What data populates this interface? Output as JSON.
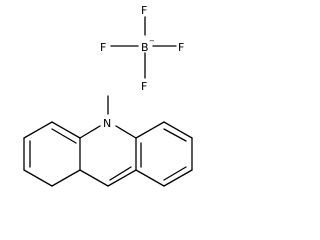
{
  "molecule": {
    "anion": {
      "center_atom": "B",
      "charge": "−",
      "ligands": [
        "F",
        "F",
        "F",
        "F"
      ]
    },
    "cation": {
      "heteroatom": "N",
      "methyl_label": ""
    }
  }
}
